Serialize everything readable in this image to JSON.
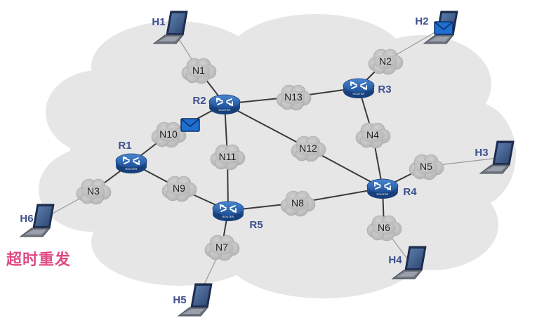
{
  "colors": {
    "background_cloud": "#e6e6e6",
    "small_cloud": "#c3c3c3",
    "link": "#3a3a3a",
    "host_line": "#9a9a9a",
    "label_blue": "#3e4f8f",
    "caption": "#e04a82",
    "router_body": "#2a64b0",
    "envelope": "#1e6fd0"
  },
  "routers": [
    {
      "id": "R1",
      "label": "R1",
      "icon": "router-icon",
      "tag": "ROUTER"
    },
    {
      "id": "R2",
      "label": "R2",
      "icon": "router-icon",
      "tag": "ROUTER"
    },
    {
      "id": "R3",
      "label": "R3",
      "icon": "router-icon",
      "tag": "ROUTER"
    },
    {
      "id": "R4",
      "label": "R4",
      "icon": "router-icon",
      "tag": "ROUTER"
    },
    {
      "id": "R5",
      "label": "R5",
      "icon": "router-icon",
      "tag": "ROUTER"
    }
  ],
  "networks": [
    {
      "id": "N1",
      "label": "N1"
    },
    {
      "id": "N2",
      "label": "N2"
    },
    {
      "id": "N3",
      "label": "N3"
    },
    {
      "id": "N4",
      "label": "N4"
    },
    {
      "id": "N5",
      "label": "N5"
    },
    {
      "id": "N6",
      "label": "N6"
    },
    {
      "id": "N7",
      "label": "N7"
    },
    {
      "id": "N8",
      "label": "N8"
    },
    {
      "id": "N9",
      "label": "N9"
    },
    {
      "id": "N10",
      "label": "N10"
    },
    {
      "id": "N11",
      "label": "N11"
    },
    {
      "id": "N12",
      "label": "N12"
    },
    {
      "id": "N13",
      "label": "N13"
    }
  ],
  "hosts": [
    {
      "id": "H1",
      "label": "H1",
      "icon": "laptop-icon"
    },
    {
      "id": "H2",
      "label": "H2",
      "icon": "laptop-icon"
    },
    {
      "id": "H3",
      "label": "H3",
      "icon": "laptop-icon"
    },
    {
      "id": "H4",
      "label": "H4",
      "icon": "laptop-icon"
    },
    {
      "id": "H5",
      "label": "H5",
      "icon": "laptop-icon"
    },
    {
      "id": "H6",
      "label": "H6",
      "icon": "laptop-icon"
    }
  ],
  "links": [
    [
      "H1",
      "N1"
    ],
    [
      "N1",
      "R2"
    ],
    [
      "R2",
      "N13"
    ],
    [
      "N13",
      "R3"
    ],
    [
      "R3",
      "N2"
    ],
    [
      "N2",
      "H2"
    ],
    [
      "R3",
      "N4"
    ],
    [
      "N4",
      "R4"
    ],
    [
      "R2",
      "N12"
    ],
    [
      "N12",
      "R4"
    ],
    [
      "R2",
      "N10"
    ],
    [
      "N10",
      "R1"
    ],
    [
      "R2",
      "N11"
    ],
    [
      "N11",
      "R5"
    ],
    [
      "R1",
      "N3"
    ],
    [
      "N3",
      "H6"
    ],
    [
      "R1",
      "N9"
    ],
    [
      "N9",
      "R5"
    ],
    [
      "R5",
      "N8"
    ],
    [
      "N8",
      "R4"
    ],
    [
      "R5",
      "N7"
    ],
    [
      "N7",
      "H5"
    ],
    [
      "R4",
      "N5"
    ],
    [
      "N5",
      "H3"
    ],
    [
      "R4",
      "N6"
    ],
    [
      "N6",
      "H4"
    ]
  ],
  "envelopes": [
    {
      "id": "mail-at-h2",
      "icon": "envelope-icon"
    },
    {
      "id": "mail-at-n10",
      "icon": "envelope-icon"
    }
  ],
  "caption": "超时重发"
}
